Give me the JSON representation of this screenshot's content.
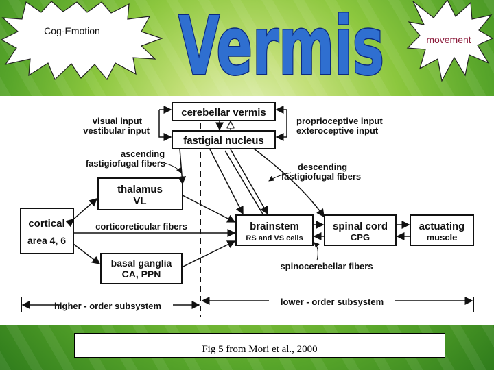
{
  "slide": {
    "title": "Vermis",
    "left_burst_label": "Cog-Emotion",
    "right_burst_label": "movement",
    "caption": "Fig 5 from Mori et al., 2000"
  },
  "diagram": {
    "cerebellar_vermis": "cerebellar vermis",
    "fastigial_nucleus": "fastigial nucleus",
    "visual_input": "visual input",
    "vestibular_input": "vestibular input",
    "proprioceptive_input": "proprioceptive input",
    "exteroceptive_input": "exteroceptive input",
    "ascending_1": "ascending",
    "ascending_2": "fastigiofugal fibers",
    "descending_1": "descending",
    "descending_2": "fastigiofugal fibers",
    "thalamus_1": "thalamus",
    "thalamus_2": "VL",
    "cortical_1": "cortical",
    "cortical_2": "area 4, 6",
    "corticoreticular": "corticoreticular fibers",
    "brainstem_1": "brainstem",
    "brainstem_2": "RS and VS cells",
    "spinal_cord_1": "spinal cord",
    "spinal_cord_2": "CPG",
    "actuating_1": "actuating",
    "actuating_2": "muscle",
    "basal_ganglia_1": "basal ganglia",
    "basal_ganglia_2": "CA, PPN",
    "spinocerebellar": "spinocerebellar fibers",
    "higher_order": "higher - order subsystem",
    "lower_order": "lower - order subsystem"
  },
  "colors": {
    "title_fill": "#2f6fd0",
    "title_outline": "#0b2a80",
    "background": "#8cc73e"
  }
}
